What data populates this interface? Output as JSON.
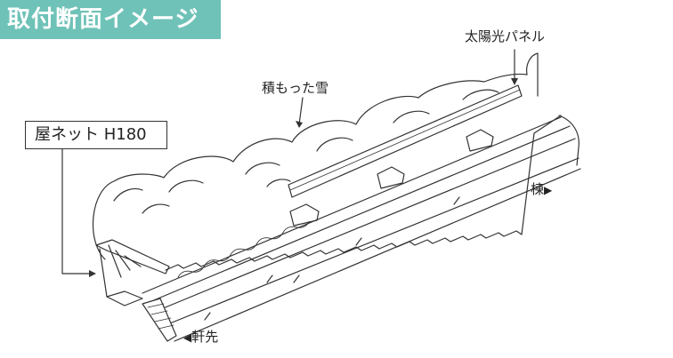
{
  "header": {
    "title": "取付断面イメージ",
    "bg_color": "#6fc2b8",
    "text_color": "#ffffff"
  },
  "labels": {
    "solar_panel": "太陽光パネル",
    "snow": "積もった雪",
    "net": "屋ネット H180",
    "ridge": "棟",
    "eaves": "軒先"
  },
  "icons": {
    "ridge_arrow": "▶",
    "eaves_arrow": "◀"
  }
}
